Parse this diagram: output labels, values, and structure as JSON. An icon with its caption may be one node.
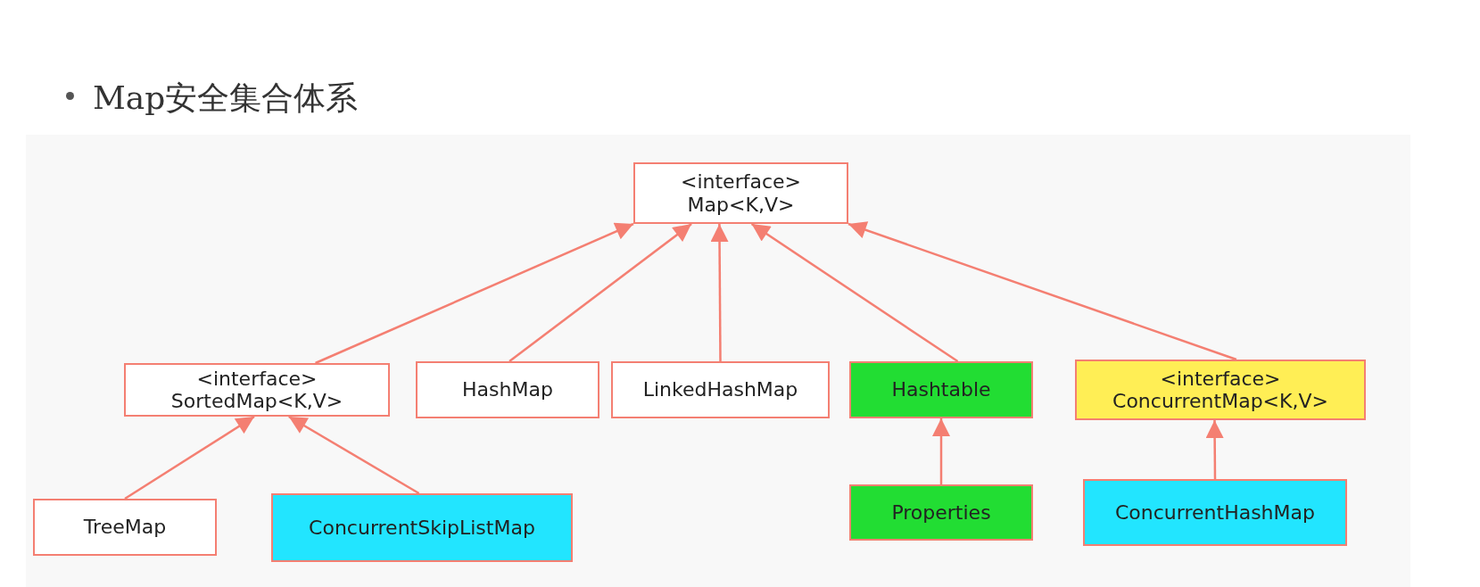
{
  "diagram": {
    "title": "Map安全集合体系",
    "nodes": [
      {
        "text": [
          "<interface>",
          "Map<K,V>"
        ]
      },
      {
        "text": [
          "<interface>",
          "SortedMap<K,V>"
        ]
      },
      {
        "text": [
          "HashMap"
        ]
      },
      {
        "text": [
          "LinkedHashMap"
        ]
      },
      {
        "text": [
          "Hashtable"
        ]
      },
      {
        "text": [
          "<interface>",
          "ConcurrentMap<K,V>"
        ]
      },
      {
        "text": [
          "TreeMap"
        ]
      },
      {
        "text": [
          "ConcurrentSkipListMap"
        ]
      },
      {
        "text": [
          "Properties"
        ]
      },
      {
        "text": [
          "ConcurrentHashMap"
        ]
      }
    ],
    "edges": [
      {
        "from": 1,
        "to": 0,
        "arrow": "to"
      },
      {
        "from": 2,
        "to": 0,
        "arrow": "to"
      },
      {
        "from": 3,
        "to": 0,
        "arrow": "to"
      },
      {
        "from": 4,
        "to": 0,
        "arrow": "to"
      },
      {
        "from": 5,
        "to": 0,
        "arrow": "to"
      },
      {
        "from": 6,
        "to": 1,
        "arrow": "to"
      },
      {
        "from": 7,
        "to": 1,
        "arrow": "to"
      },
      {
        "from": 8,
        "to": 4,
        "arrow": "to"
      },
      {
        "from": 9,
        "to": 5,
        "arrow": "to"
      }
    ]
  }
}
